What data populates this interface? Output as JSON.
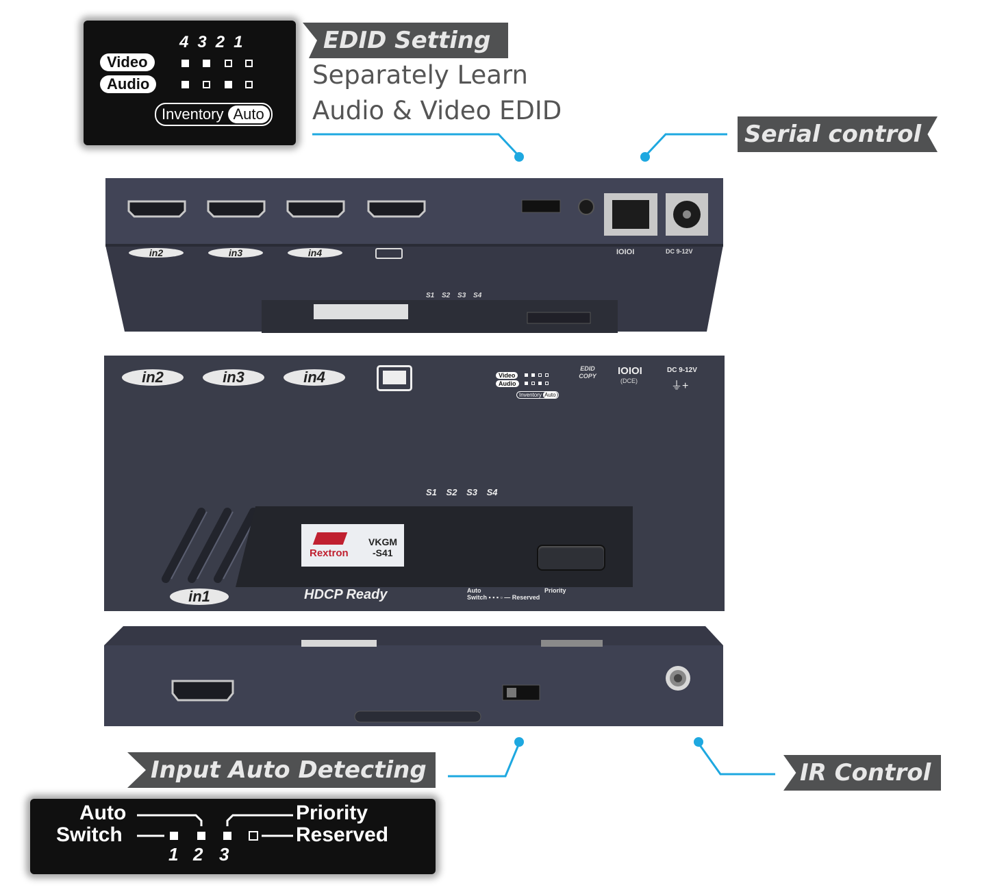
{
  "edid": {
    "inset_columns": [
      "4",
      "3",
      "2",
      "1"
    ],
    "video_label": "Video",
    "audio_label": "Audio",
    "inventory_label": "Inventory",
    "auto_label": "Auto",
    "banner": "EDID Setting",
    "desc_line1": "Separately Learn",
    "desc_line2": "Audio & Video EDID"
  },
  "serial": {
    "banner": "Serial control"
  },
  "device": {
    "inputs": [
      "in2",
      "in3",
      "in4"
    ],
    "input1": "in1",
    "edid_copy": "EDID COPY",
    "rs232_symbol": "IOIOI",
    "rs232_label": "(DCE)",
    "dc_label": "DC 9-12V",
    "dc_symbol": "+",
    "leds": [
      "S1",
      "S2",
      "S3",
      "S4"
    ],
    "brand": "Rextron",
    "model_line1": "VKGM",
    "model_line2": "-S41",
    "hdcp": "HDCP Ready"
  },
  "auto_detect": {
    "banner": "Input Auto Detecting",
    "auto": "Auto",
    "switch": "Switch",
    "priority": "Priority",
    "reserved": "Reserved",
    "numbers": [
      "1",
      "2",
      "3"
    ]
  },
  "ir": {
    "banner": "IR Control"
  },
  "colors": {
    "accent_line": "#1ea8e0",
    "banner_bg": "#505152",
    "device_body": "#3a3d4a"
  }
}
